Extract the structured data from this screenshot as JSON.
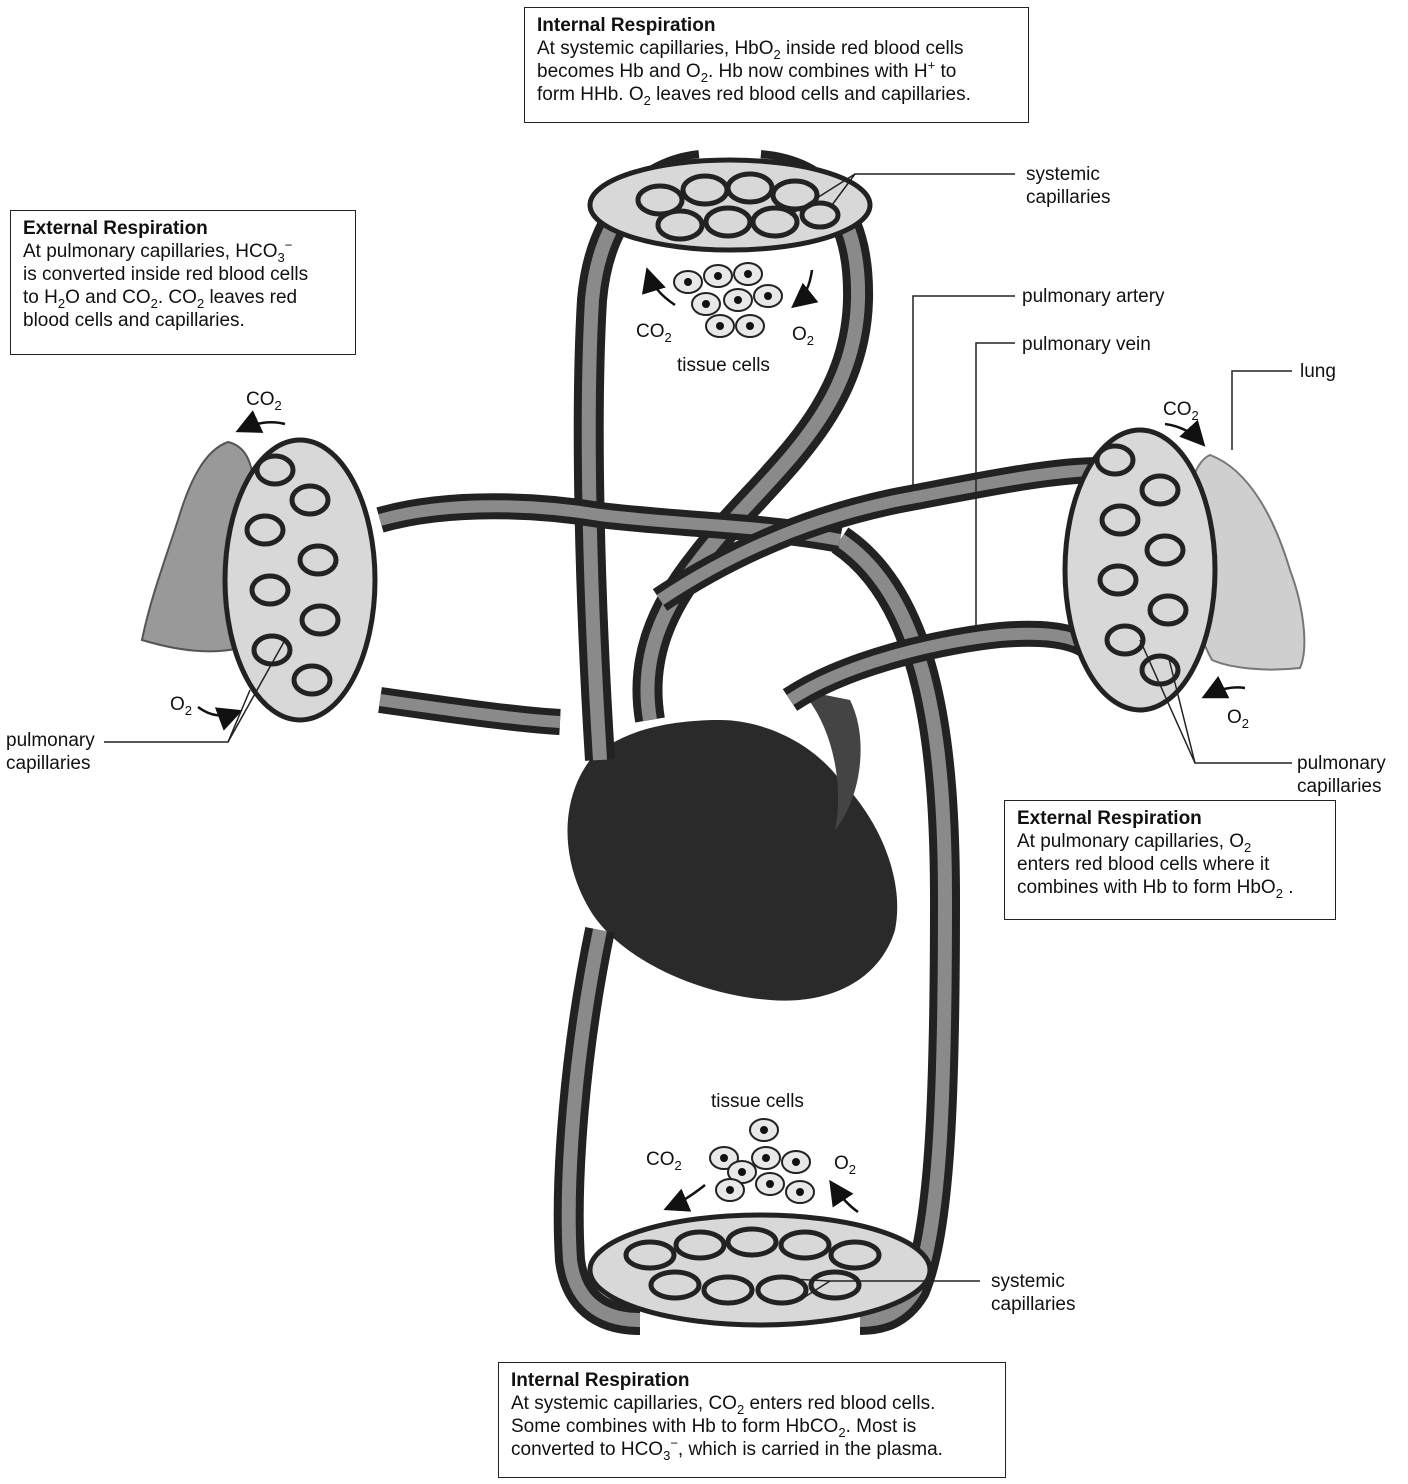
{
  "boxes": {
    "internal_top": {
      "title": "Internal Respiration",
      "lines": [
        [
          "At systemic capillaries, HbO",
          {
            "sub": "2"
          },
          " inside red blood cells"
        ],
        [
          "becomes Hb and O",
          {
            "sub": "2"
          },
          ". Hb now combines with H",
          {
            "sup": "+"
          },
          " to"
        ],
        [
          "form HHb. O",
          {
            "sub": "2"
          },
          " leaves red blood cells and capillaries."
        ]
      ]
    },
    "external_left": {
      "title": "External Respiration",
      "lines": [
        [
          "At pulmonary capillaries, HCO",
          {
            "sub": "3"
          },
          {
            "sup": "−"
          }
        ],
        [
          "is converted inside red blood cells"
        ],
        [
          "to H",
          {
            "sub": "2"
          },
          "O and CO",
          {
            "sub": "2"
          },
          ". CO",
          {
            "sub": "2"
          },
          " leaves red"
        ],
        [
          "blood cells and capillaries."
        ]
      ]
    },
    "external_right": {
      "title": "External Respiration",
      "lines": [
        [
          "At pulmonary capillaries, O",
          {
            "sub": "2"
          }
        ],
        [
          "enters red blood cells where it"
        ],
        [
          "combines with Hb to form HbO",
          {
            "sub": "2"
          },
          " ."
        ]
      ]
    },
    "internal_bottom": {
      "title": "Internal Respiration",
      "lines": [
        [
          "At systemic capillaries, CO",
          {
            "sub": "2"
          },
          " enters red blood cells."
        ],
        [
          "Some combines with Hb to form HbCO",
          {
            "sub": "2"
          },
          ". Most is"
        ],
        [
          "converted to HCO",
          {
            "sub": "3"
          },
          {
            "sup": "−"
          },
          ", which is carried in the plasma."
        ]
      ]
    }
  },
  "labels": {
    "systemic_capillaries_top": [
      "systemic",
      "capillaries"
    ],
    "pulmonary_artery": "pulmonary artery",
    "pulmonary_vein": "pulmonary vein",
    "lung": "lung",
    "pulmonary_capillaries_right": [
      "pulmonary",
      "capillaries"
    ],
    "pulmonary_capillaries_left": [
      "pulmonary",
      "capillaries"
    ],
    "systemic_capillaries_bottom": [
      "systemic",
      "capillaries"
    ],
    "tissue_cells_top": "tissue cells",
    "tissue_cells_bottom": "tissue cells",
    "co2_top": [
      "CO",
      {
        "sub": "2"
      }
    ],
    "o2_top": [
      "O",
      {
        "sub": "2"
      }
    ],
    "co2_left": [
      "CO",
      {
        "sub": "2"
      }
    ],
    "o2_left": [
      "O",
      {
        "sub": "2"
      }
    ],
    "co2_right": [
      "CO",
      {
        "sub": "2"
      }
    ],
    "o2_right": [
      "O",
      {
        "sub": "2"
      }
    ],
    "co2_bottom": [
      "CO",
      {
        "sub": "2"
      }
    ],
    "o2_bottom": [
      "O",
      {
        "sub": "2"
      }
    ]
  }
}
